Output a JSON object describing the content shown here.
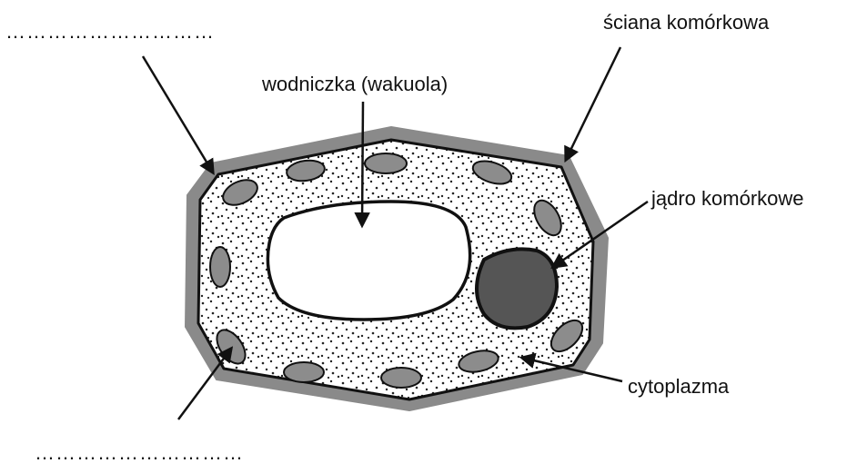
{
  "labels": {
    "blank_top": "…………………………",
    "cell_wall": "ściana komórkowa",
    "vacuole": "wodniczka (wakuola)",
    "nucleus": "jądro komórkowe",
    "cytoplasm": "cytoplazma",
    "blank_bottom": "…………………………"
  },
  "colors": {
    "cell_wall": "#8a8a8a",
    "organelle_fill": "#8c8c8c",
    "nucleus_fill": "#555555",
    "outline": "#111111",
    "cytoplasm_bg": "#ffffff"
  }
}
